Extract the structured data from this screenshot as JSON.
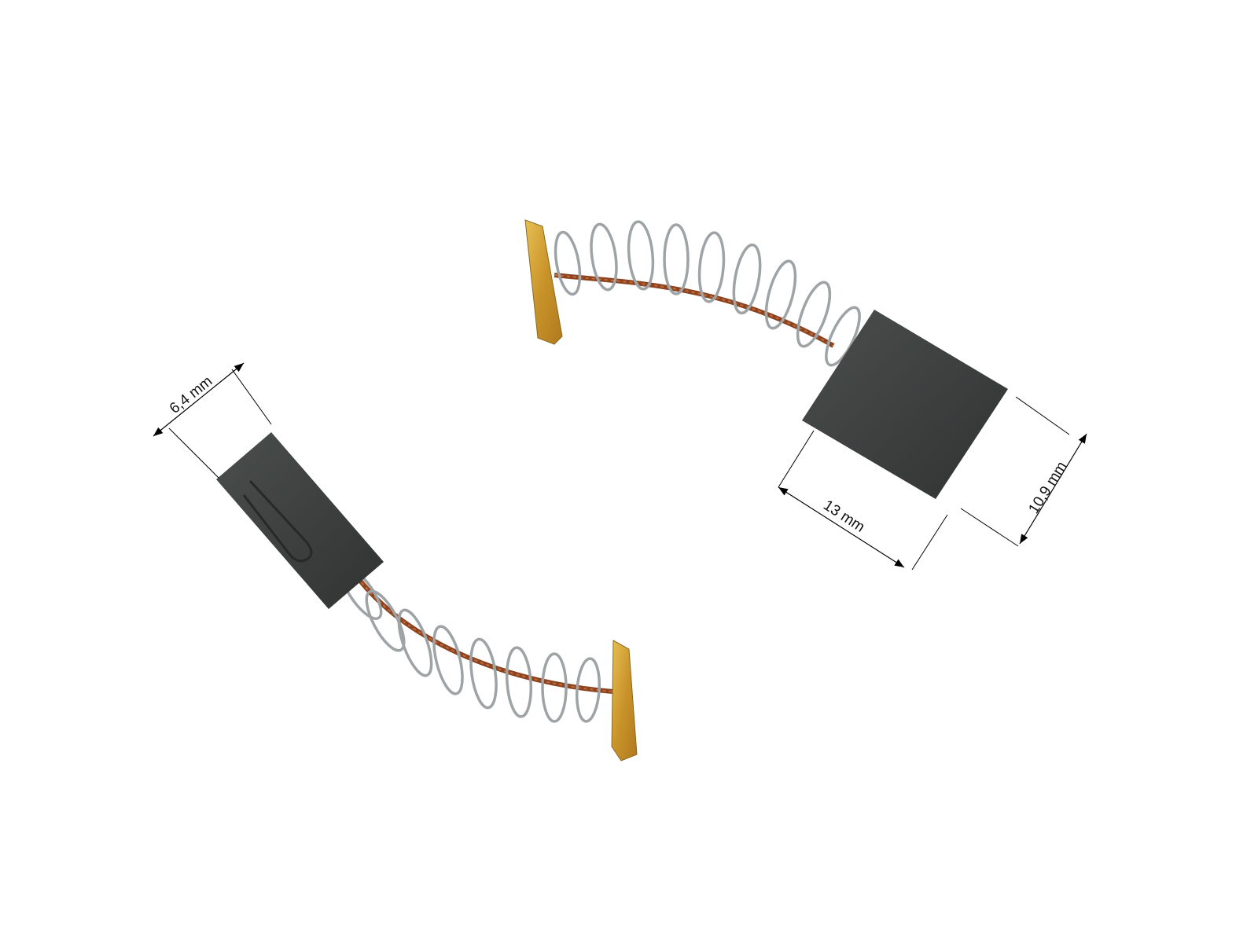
{
  "image": {
    "subject": "carbon brushes pair",
    "background_color": "#ffffff",
    "colors": {
      "carbon": "#3a3d3c",
      "carbon_highlight": "#55595a",
      "spring": "#a9adb0",
      "copper_wire": "#9a4a22",
      "brass_terminal": "#d6a531"
    }
  },
  "dimensions": {
    "thickness": "6,4 mm",
    "length": "13 mm",
    "width": "10,9 mm"
  }
}
